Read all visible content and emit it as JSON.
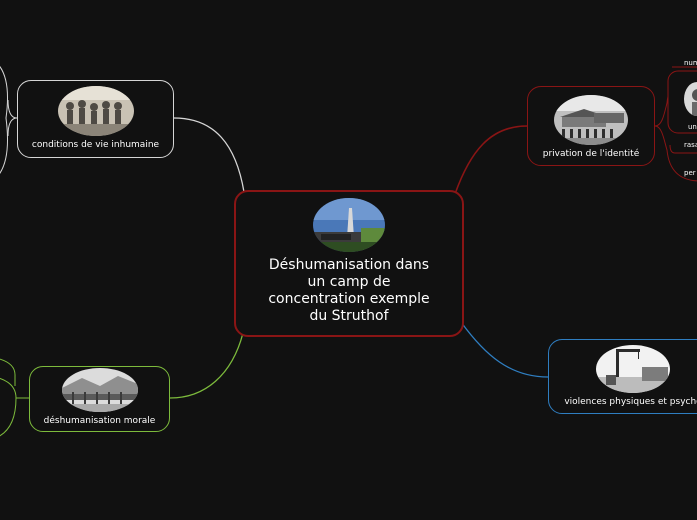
{
  "central": {
    "title": "Déshumanisation dans un camp de concentration exemple du Struthof",
    "image_icon": "struthof-memorial-photo"
  },
  "branches": {
    "conditions": {
      "label": "conditions de vie inhumaine",
      "image_icon": "prisoners-photo",
      "color": "#d6d6d6"
    },
    "identite": {
      "label": "privation de l'identité",
      "image_icon": "camp-barracks-photo",
      "color": "#8a1515"
    },
    "morale": {
      "label": "déshumanisation morale",
      "image_icon": "camp-landscape-photo",
      "color": "#7dbb3c"
    },
    "violences": {
      "label": "violences physiques et psycho",
      "image_icon": "gallows-photo",
      "color": "#2f7ec1"
    }
  },
  "subtopics": {
    "identite_1": "num",
    "identite_2": "un",
    "identite_3": "rasa",
    "identite_4": "per"
  }
}
